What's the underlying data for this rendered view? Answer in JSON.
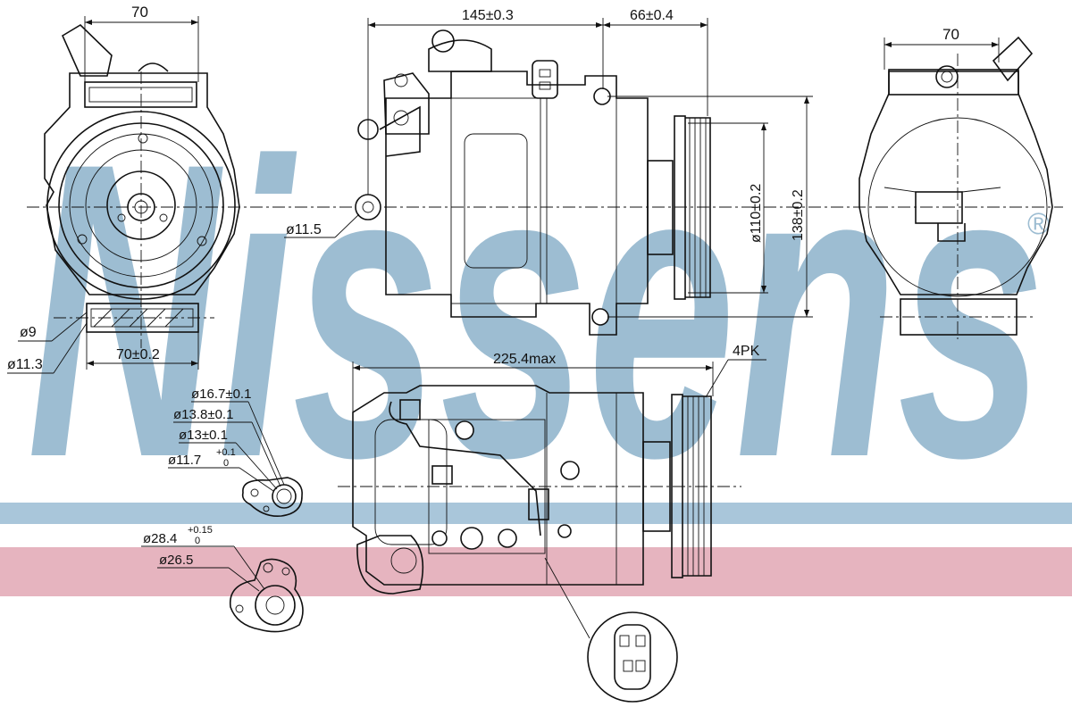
{
  "brand": {
    "watermark": "Nissens",
    "registered_mark": "®",
    "watermark_color": "#9dbdd2",
    "band_blue": "#a9c6da",
    "band_red": "#e6b4bf"
  },
  "dimensions": {
    "front_width_top": "70",
    "front_width_bottom": "70±0.2",
    "bore_9": "ø9",
    "bore_11_3": "ø11.3",
    "side_length_1": "145±0.3",
    "side_length_2": "66±0.4",
    "mount_hole": "ø11.5",
    "pulley_dia": "ø110±0.2",
    "height": "138±0.2",
    "rear_width_top": "70",
    "overall_length": "225.4max",
    "belt": "4PK"
  },
  "ports": {
    "low_1": "ø16.7±0.1",
    "low_2": "ø13.8±0.1",
    "low_3": "ø13±0.1",
    "low_4_base": "ø11.7",
    "low_4_sup": "+0.1",
    "low_4_sub": "0",
    "high_1_base": "ø28.4",
    "high_1_sup": "+0.15",
    "high_1_sub": "0",
    "high_2": "ø26.5"
  }
}
